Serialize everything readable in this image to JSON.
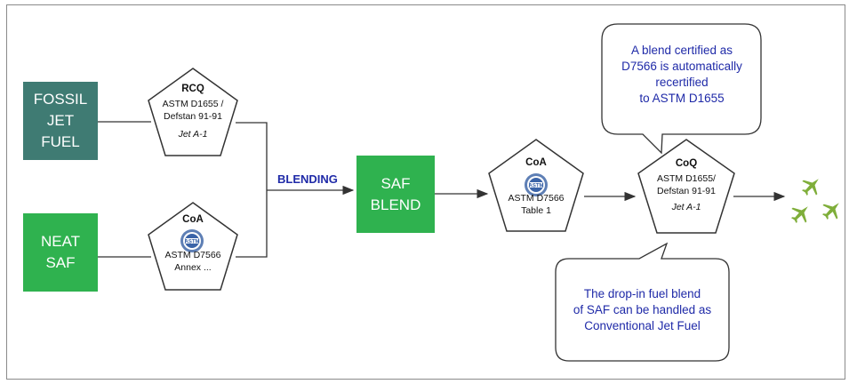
{
  "boxes": {
    "fossil": "FOSSIL\nJET\nFUEL",
    "neat_saf": "NEAT\nSAF",
    "saf_blend": "SAF\nBLEND"
  },
  "blending_label": "BLENDING",
  "certs": {
    "rcq": {
      "title": "RCQ",
      "lines": "ASTM D1655 /\nDefstan 91-91",
      "sub": "Jet A-1"
    },
    "coa1": {
      "title": "CoA",
      "lines": "ASTM D7566\nAnnex ..."
    },
    "coa2": {
      "title": "CoA",
      "lines": "ASTM D7566\nTable 1"
    },
    "coq": {
      "title": "CoQ",
      "lines": "ASTM D1655/\nDefstan 91-91",
      "sub": "Jet A-1"
    }
  },
  "callouts": {
    "top": "A blend certified as\nD7566 is automatically\nrecertified\nto ASTM D1655",
    "bottom": "The drop-in fuel blend\nof SAF can be handled as\nConventional Jet Fuel"
  },
  "icons": [
    "astm-logo-icon",
    "airplane-icon"
  ],
  "colors": {
    "fossil_box": "#3f7b73",
    "saf_box": "#2fb24f",
    "callout_text": "#1f2aa8",
    "airplane": "#7fae3a"
  }
}
